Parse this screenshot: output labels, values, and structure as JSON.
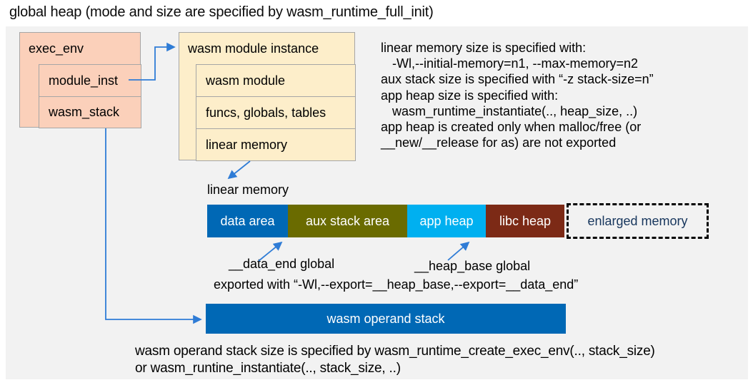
{
  "title": "global heap (mode and size are specified by wasm_runtime_full_init)",
  "exec_env": {
    "header": "exec_env",
    "rows": [
      "module_inst",
      "wasm_stack"
    ]
  },
  "module_instance": {
    "header": "wasm module instance",
    "rows": [
      "wasm module",
      "funcs, globals, tables",
      "linear memory"
    ]
  },
  "notes": {
    "lines": [
      "linear memory size is specified with:",
      "-Wl,--initial-memory=n1, --max-memory=n2",
      "aux stack size is specified with “-z stack-size=n”",
      "app heap size is specified with:",
      "wasm_runtime_instantiate(.., heap_size, ..)",
      "app heap is created only when malloc/free (or",
      "__new/__release for as) are not exported"
    ]
  },
  "linear_memory": {
    "label": "linear memory",
    "segments": [
      {
        "label": "data area",
        "color": "#0068b5"
      },
      {
        "label": "aux stack area",
        "color": "#6a6b00"
      },
      {
        "label": "app heap",
        "color": "#00b0f0"
      },
      {
        "label": "libc heap",
        "color": "#7c2a16"
      },
      {
        "label": "enlarged memory",
        "color": "transparent"
      }
    ],
    "data_end_label": "__data_end global",
    "heap_base_label": "__heap_base global",
    "export_note": "exported with “-Wl,--export=__heap_base,--export=__data_end”"
  },
  "operand_stack": {
    "label": "wasm operand stack",
    "color": "#0068b5",
    "notes": [
      "wasm operand stack size is specified by wasm_runtime_create_exec_env(.., stack_size)",
      "or wasm_runtine_instantiate(.., stack_size, ..)"
    ]
  },
  "colors": {
    "canvas_bg": "#f2f2f2",
    "struct_box_salmon": "#fbd0ba",
    "struct_box_cream": "#fdeeca",
    "box_border": "#a6a6a6",
    "arrow_blue": "#2f7cd6",
    "enlarged_text": "#17365d",
    "text": "#000000"
  }
}
